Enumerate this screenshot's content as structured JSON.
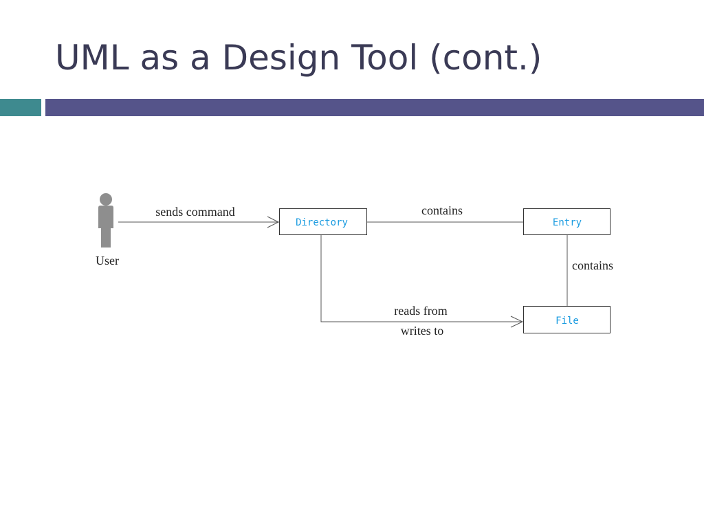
{
  "slide": {
    "title": "UML as a Design Tool (cont.)",
    "colors": {
      "title": "#3a3a55",
      "accent_teal": "#3e8a8f",
      "accent_bar": "#55548a",
      "class_name": "#1a9be0",
      "line": "#555555"
    }
  },
  "diagram": {
    "actor": {
      "label": "User",
      "icon": "person-icon"
    },
    "classes": {
      "directory": "Directory",
      "entry": "Entry",
      "file": "File"
    },
    "relations": {
      "user_directory": "sends command",
      "directory_entry": "contains",
      "entry_file": "contains",
      "directory_file_top": "reads from",
      "directory_file_bottom": "writes to"
    }
  }
}
